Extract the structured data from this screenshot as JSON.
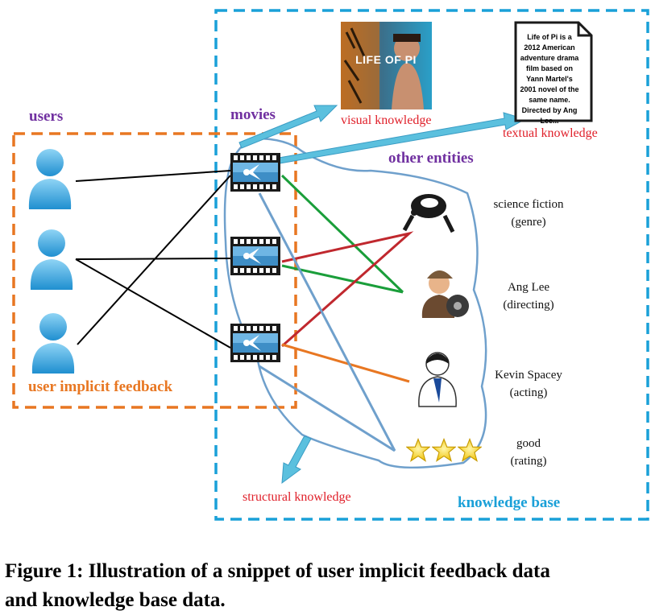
{
  "labels": {
    "users": "users",
    "movies": "movies",
    "other_entities": "other entities",
    "user_implicit_feedback": "user implicit feedback",
    "knowledge_base": "knowledge base",
    "visual_knowledge": "visual knowledge",
    "textual_knowledge": "textual knowledge",
    "structural_knowledge": "structural knowledge"
  },
  "poster": {
    "title": "LIFE OF PI"
  },
  "document": {
    "text": "Life of Pi is a 2012 American adventure drama film based on Yann Martel's 2001 novel of the same name. Directed by Ang Lee..."
  },
  "entities": [
    {
      "name": "science fiction",
      "type": "(genre)"
    },
    {
      "name": "Ang Lee",
      "type": "(directing)"
    },
    {
      "name": "Kevin Spacey",
      "type": "(acting)"
    },
    {
      "name": "good",
      "type": "(rating)"
    }
  ],
  "caption": {
    "line1": "Figure 1: Illustration of a snippet of user implicit feedback data",
    "line2": "and knowledge base data."
  },
  "colors": {
    "user_box": "#e87722",
    "kb_box": "#1aa0d8",
    "genre_link": "#1a9e3a",
    "director_link": "#c0282e",
    "actor_link": "#e87722",
    "rating_link": "#6fa0cc"
  }
}
